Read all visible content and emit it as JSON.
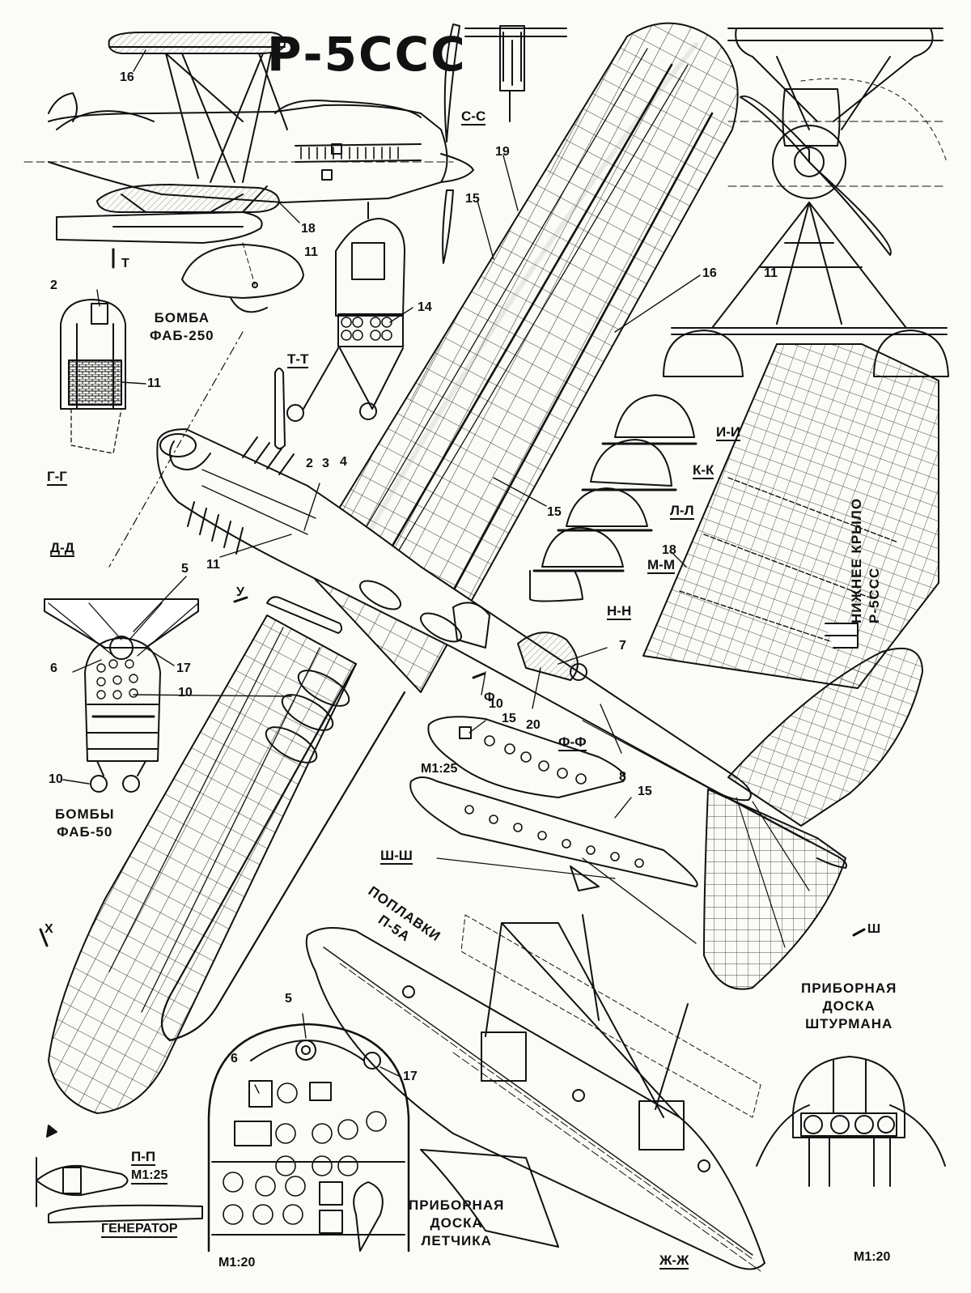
{
  "title": "Р-5ССС",
  "sections": {
    "cc": "С-С",
    "tt": "Т-Т",
    "gg": "Г-Г",
    "dd": "Д-Д",
    "ii": "И-И",
    "kk": "К-К",
    "ll": "Л-Л",
    "mm": "М-М",
    "nn": "Н-Н",
    "ff": "Ф-Ф",
    "shsh": "Ш-Ш",
    "pp": "П-П",
    "zhzh": "Ж-Ж"
  },
  "cut_markers": {
    "t": "Т",
    "u": "У",
    "f": "Ф",
    "kh": "Х",
    "sh": "Ш"
  },
  "captions": {
    "bomb250_line1": "БОМБА",
    "bomb250_line2": "ФАБ-250",
    "bombs50_line1": "БОМБЫ",
    "bombs50_line2": "ФАБ-50",
    "lower_wing_line1": "НИЖНЕЕ КРЫЛО",
    "lower_wing_line2": "Р-5ССС",
    "floats_line1": "ПОПЛАВКИ",
    "floats_line2": "П-5А",
    "nav_panel_line1": "ПРИБОРНАЯ",
    "nav_panel_line2": "ДОСКА",
    "nav_panel_line3": "ШТУРМАНА",
    "pilot_panel_line1": "ПРИБОРНАЯ",
    "pilot_panel_line2": "ДОСКА",
    "pilot_panel_line3": "ЛЕТЧИКА",
    "generator": "ГЕНЕРАТОР"
  },
  "scales": {
    "m125_a": "М1:25",
    "m125_b": "М1:25",
    "m120_a": "М1:20",
    "m120_b": "М1:20"
  },
  "callouts": {
    "n16a": "16",
    "n18a": "18",
    "n11a": "11",
    "n2a": "2",
    "n11b": "11",
    "n14": "14",
    "n19": "19",
    "n15a": "15",
    "n16b": "16",
    "n11c": "11",
    "n2b": "2",
    "n3": "3",
    "n4": "4",
    "n15b": "15",
    "n11d": "11",
    "n18b": "18",
    "n5a": "5",
    "n6a": "6",
    "n17a": "17",
    "n10a": "10",
    "n10b": "10",
    "n10c": "10",
    "n7": "7",
    "n20": "20",
    "n15c": "15",
    "n8": "8",
    "n15d": "15",
    "n5b": "5",
    "n6b": "6",
    "n17b": "17"
  }
}
